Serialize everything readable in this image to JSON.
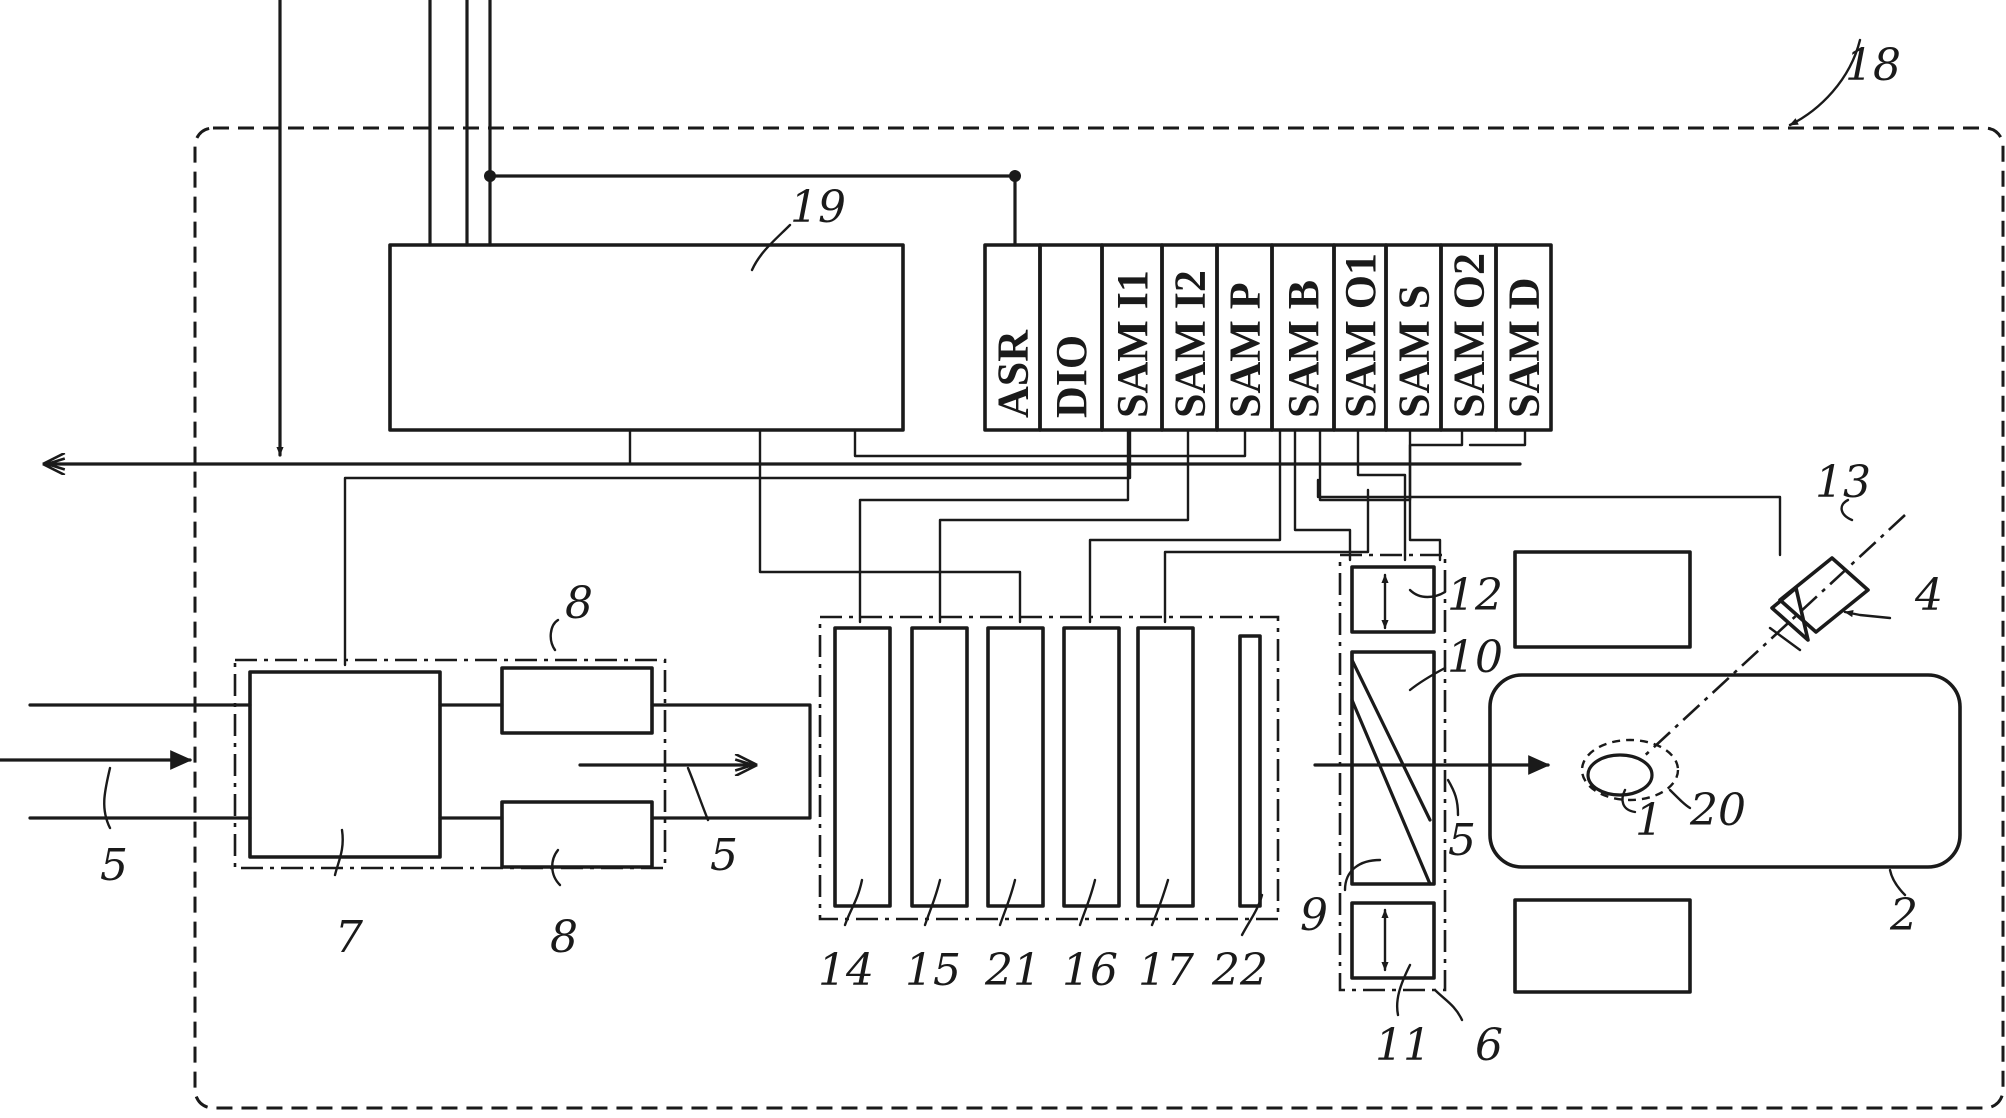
{
  "modules": [
    "ASR",
    "DIO",
    "SAM I1",
    "SAM I2",
    "SAM P",
    "SAM B",
    "SAM O1",
    "SAM S",
    "SAM O2",
    "SAM D"
  ],
  "refs": {
    "r18": "18",
    "r19": "19",
    "r13": "13",
    "r4": "4",
    "r12": "12",
    "r10": "10",
    "r5a": "5",
    "r5b": "5",
    "r5c": "5",
    "r8a": "8",
    "r8b": "8",
    "r7": "7",
    "r14": "14",
    "r15": "15",
    "r21": "21",
    "r16": "16",
    "r17": "17",
    "r22": "22",
    "r9": "9",
    "r11": "11",
    "r6": "6",
    "r1": "1",
    "r20": "20",
    "r2": "2"
  }
}
